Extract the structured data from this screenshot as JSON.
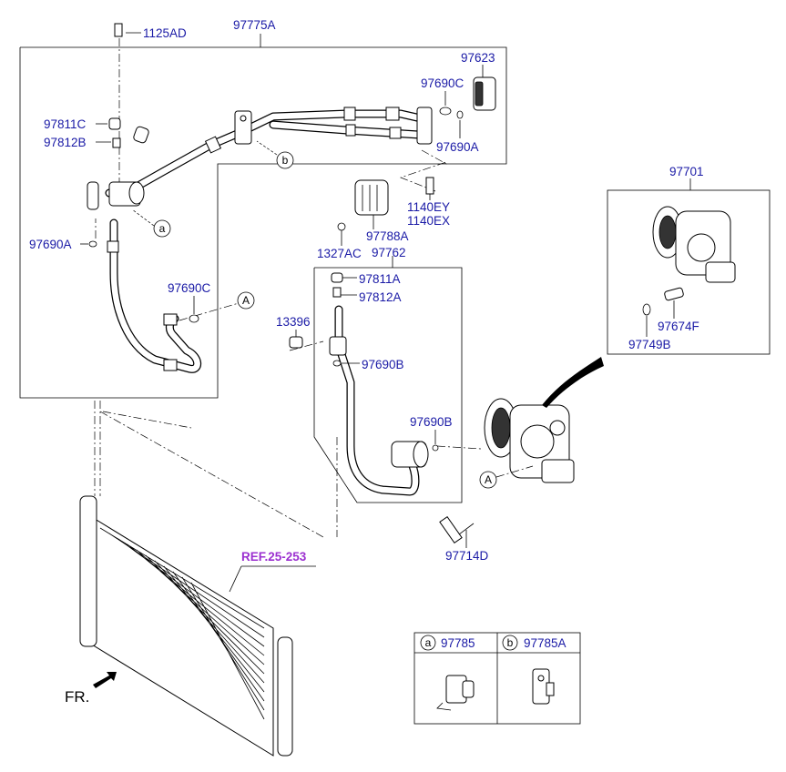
{
  "labels": {
    "assembly_main": "97775A",
    "bolt_top": "1125AD",
    "valve": "97623",
    "oring_c_top": "97690C",
    "oring_a_top": "97690A",
    "cap_c": "97811C",
    "core_b": "97812B",
    "oring_a_left": "97690A",
    "bolt_ey": "1140EY",
    "bolt_ex": "1140EX",
    "muffler": "97788A",
    "nut_a": "1327AC",
    "assembly_discharge": "97762",
    "cap_a": "97811A",
    "core_a": "97812A",
    "oring_c_mid": "97690C",
    "nut_b": "13396",
    "oring_b_upper": "97690B",
    "oring_b_lower": "97690B",
    "compressor": "97701",
    "switch": "97674F",
    "oring_switch": "97749B",
    "bolt_compressor": "97714D",
    "ref": "REF.25-253",
    "front": "FR.",
    "letter_a1": "a",
    "letter_b1": "b",
    "letter_A1": "A",
    "letter_A2": "A"
  },
  "legend": {
    "a_letter": "a",
    "a_part": "97785",
    "b_letter": "b",
    "b_part": "97785A"
  }
}
